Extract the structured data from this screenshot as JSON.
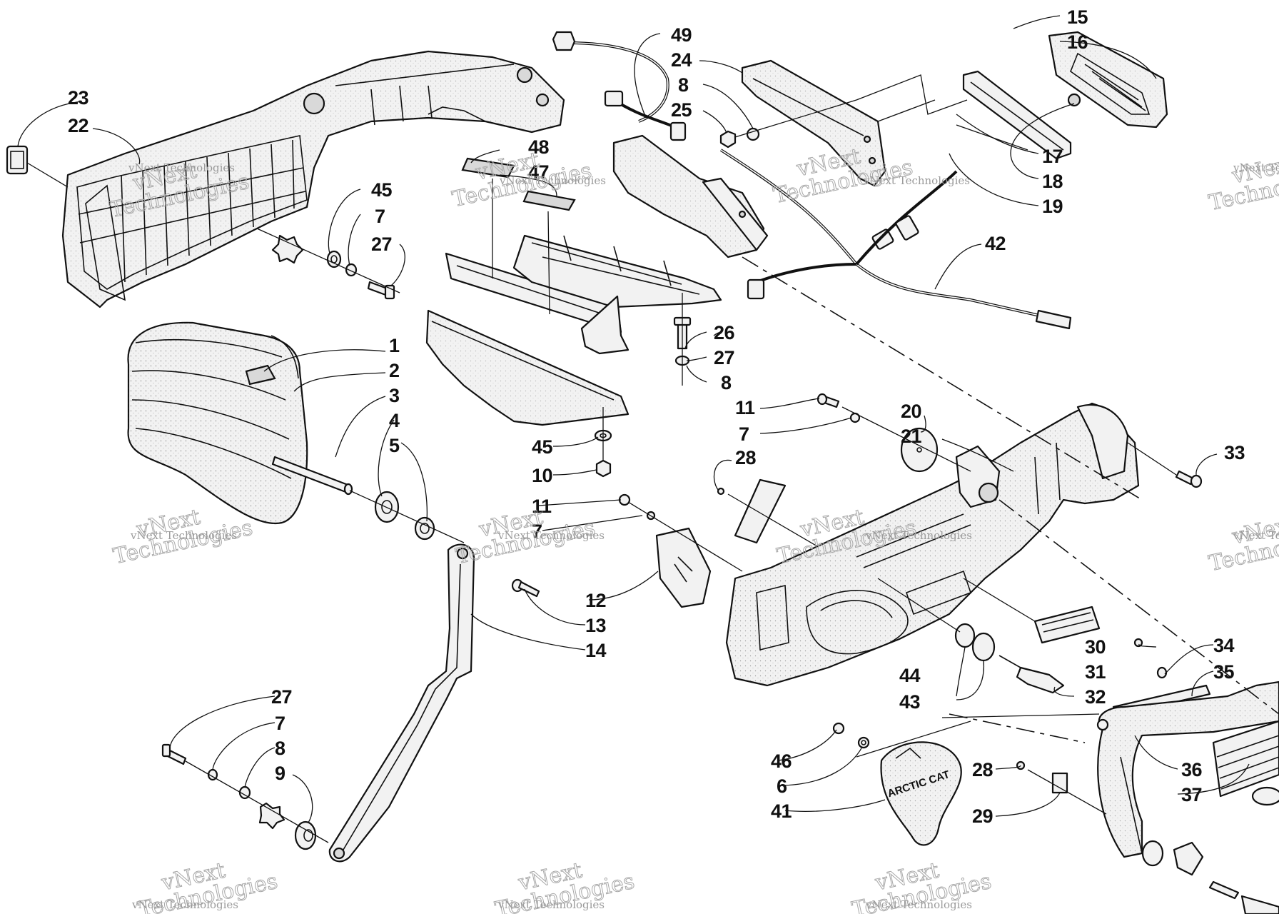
{
  "diagram": {
    "logo_text": "ARCTIC CAT",
    "labels": {
      "l1": "1",
      "l2": "2",
      "l3": "3",
      "l4": "4",
      "l5": "5",
      "l6": "6",
      "l7a": "7",
      "l7b": "7",
      "l7c": "7",
      "l7d": "7",
      "l8a": "8",
      "l8b": "8",
      "l8c": "8",
      "l9": "9",
      "l10": "10",
      "l11a": "11",
      "l11b": "11",
      "l12": "12",
      "l13": "13",
      "l14": "14",
      "l15": "15",
      "l16": "16",
      "l17": "17",
      "l18": "18",
      "l19": "19",
      "l20": "20",
      "l21": "21",
      "l22": "22",
      "l23": "23",
      "l24": "24",
      "l25": "25",
      "l26": "26",
      "l27a": "27",
      "l27b": "27",
      "l27c": "27",
      "l28a": "28",
      "l28b": "28",
      "l29": "29",
      "l30": "30",
      "l31": "31",
      "l32": "32",
      "l33": "33",
      "l34": "34",
      "l35": "35",
      "l36": "36",
      "l37": "37",
      "l41": "41",
      "l42": "42",
      "l43": "43",
      "l44": "44",
      "l45a": "45",
      "l45b": "45",
      "l46": "46",
      "l47": "47",
      "l48": "48",
      "l49": "49"
    }
  },
  "watermark": {
    "line1": "vNext",
    "line2": "Technologies",
    "small": "vNext Technologies"
  },
  "colors": {
    "ink": "#111111",
    "paper": "#ffffff",
    "watermark": "#a8a8a8"
  }
}
